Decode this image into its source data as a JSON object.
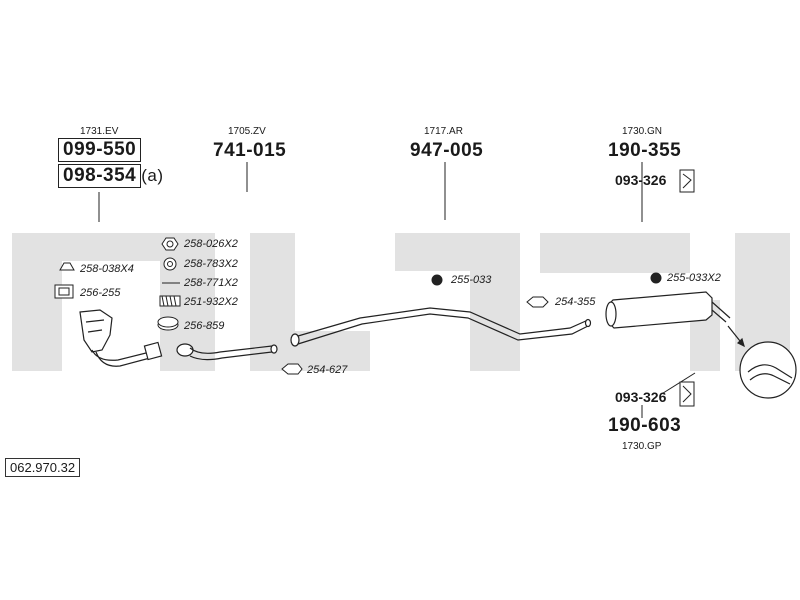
{
  "assemblies": [
    {
      "code": "1731.EV",
      "part_numbers": [
        "099-550",
        "098-354"
      ],
      "suffix": "(a)"
    },
    {
      "code": "1705.ZV",
      "part_numbers": [
        "741-015"
      ]
    },
    {
      "code": "1717.AR",
      "part_numbers": [
        "947-005"
      ]
    },
    {
      "code": "1730.GN",
      "part_numbers": [
        "190-355"
      ],
      "mount": "093-326"
    },
    {
      "code": "1730.GP",
      "part_numbers": [
        "190-603"
      ],
      "mount": "093-326"
    }
  ],
  "parts": {
    "p258_038": "258-038X4",
    "p256_255": "256-255",
    "p258_026": "258-026X2",
    "p258_783": "258-783X2",
    "p258_771": "258-771X2",
    "p251_932": "251-932X2",
    "p256_859": "256-859",
    "p254_627": "254-627",
    "p255_033": "255-033",
    "p254_355": "254-355",
    "p255_033x2": "255-033X2"
  },
  "reference": "062.970.32",
  "colors": {
    "watermark": "#e2e2e2",
    "line": "#222222"
  }
}
